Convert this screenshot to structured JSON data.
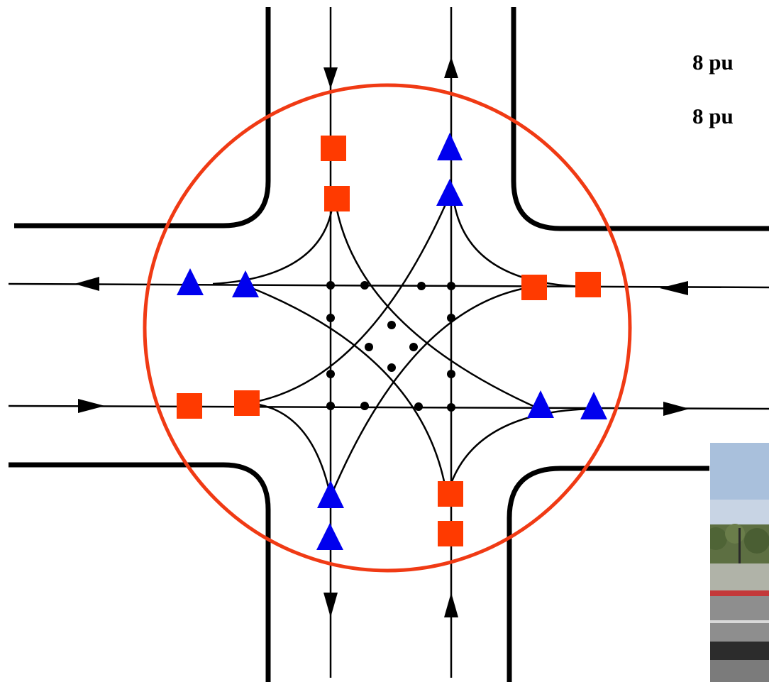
{
  "caption": {
    "line1": "8 pu",
    "line2": "8 pu"
  },
  "colors": {
    "background": "#ffffff",
    "roads": "#000000",
    "circle": "#f03a14",
    "merging_marker": "#ff3a00",
    "diverging_marker": "#0000ee",
    "sky": "#9fb6d4",
    "trees": "#556b3a",
    "pavement": "#8a8a8a",
    "curb": "#c4393a"
  },
  "legend_markers": {
    "square_count": 8,
    "triangle_count": 8,
    "crossing_dot_count": 16
  }
}
